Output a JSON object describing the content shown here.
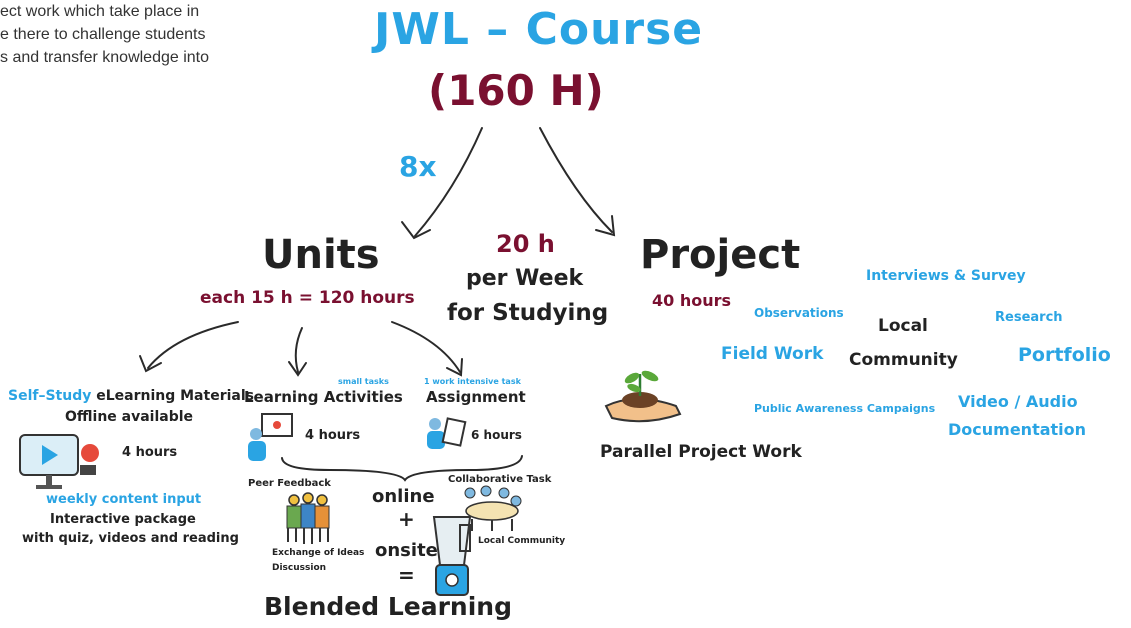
{
  "intro": [
    "ect work which take place in",
    "e there to challenge students",
    "s and transfer knowledge into"
  ],
  "title": "JWL – Course",
  "total_hours": "(160 H)",
  "multiplier": "8x",
  "week": {
    "hours": "20 h",
    "line1": "per Week",
    "line2": "for Studying"
  },
  "units": {
    "title": "Units",
    "hours": "each 15 h = 120 hours",
    "self_study": {
      "prefix": "Self–Study",
      "title": "eLearning Materials",
      "subtitle": "Offline available",
      "hours": "4 hours",
      "blue_note": "weekly content input",
      "desc1": "Interactive package",
      "desc2": "with quiz, videos and reading"
    },
    "activities": {
      "tag": "small tasks",
      "title": "Learning Activities",
      "hours": "4 hours"
    },
    "assignment": {
      "tag": "1 work intensive task",
      "title": "Assignment",
      "hours": "6 hours"
    },
    "blend": {
      "peer_feedback": "Peer Feedback",
      "collab_task": "Collaborative Task",
      "online": "online",
      "plus": "+",
      "onsite": "onsite",
      "equals": "=",
      "exchange1": "Exchange of Ideas",
      "exchange2": "Discussion",
      "local_community": "Local Community",
      "result": "Blended Learning"
    }
  },
  "project": {
    "title": "Project",
    "hours": "40 hours",
    "label": "Parallel Project Work",
    "center1": "Local",
    "center2": "Community",
    "cloud": {
      "interviews": "Interviews & Survey",
      "observations": "Observations",
      "research": "Research",
      "field_work": "Field Work",
      "portfolio": "Portfolio",
      "campaigns": "Public Awareness Campaigns",
      "video1": "Video / Audio",
      "video2": "Documentation"
    }
  },
  "icon_names": [
    "video-player-icon",
    "teacher-screen-icon",
    "student-writing-icon",
    "group-discussion-icon",
    "collaborative-table-icon",
    "blender-icon",
    "plant-in-hand-icon"
  ]
}
